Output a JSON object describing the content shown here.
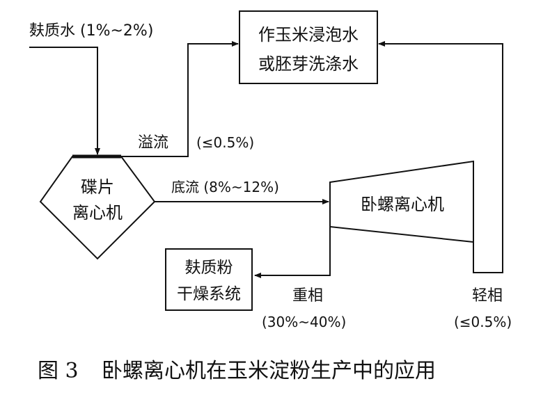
{
  "nodes": {
    "input_label": "麸质水 (1%~2%)",
    "target_box": {
      "line1": "作玉米浸泡水",
      "line2": "或胚芽洗涤水"
    },
    "disc_centrifuge": {
      "line1": "碟片",
      "line2": "离心机"
    },
    "decanter": "卧螺离心机",
    "dryer_box": {
      "line1": "麸质粉",
      "line2": "干燥系统"
    }
  },
  "flows": {
    "overflow": {
      "label": "溢流",
      "value": "(≤0.5%)"
    },
    "underflow": "底流 (8%~12%)",
    "heavy_phase": {
      "label": "重相",
      "value": "(30%~40%)"
    },
    "light_phase": {
      "label": "轻相",
      "value": "(≤0.5%)"
    }
  },
  "caption": {
    "number": "图 3",
    "text": "卧螺离心机在玉米淀粉生产中的应用"
  }
}
